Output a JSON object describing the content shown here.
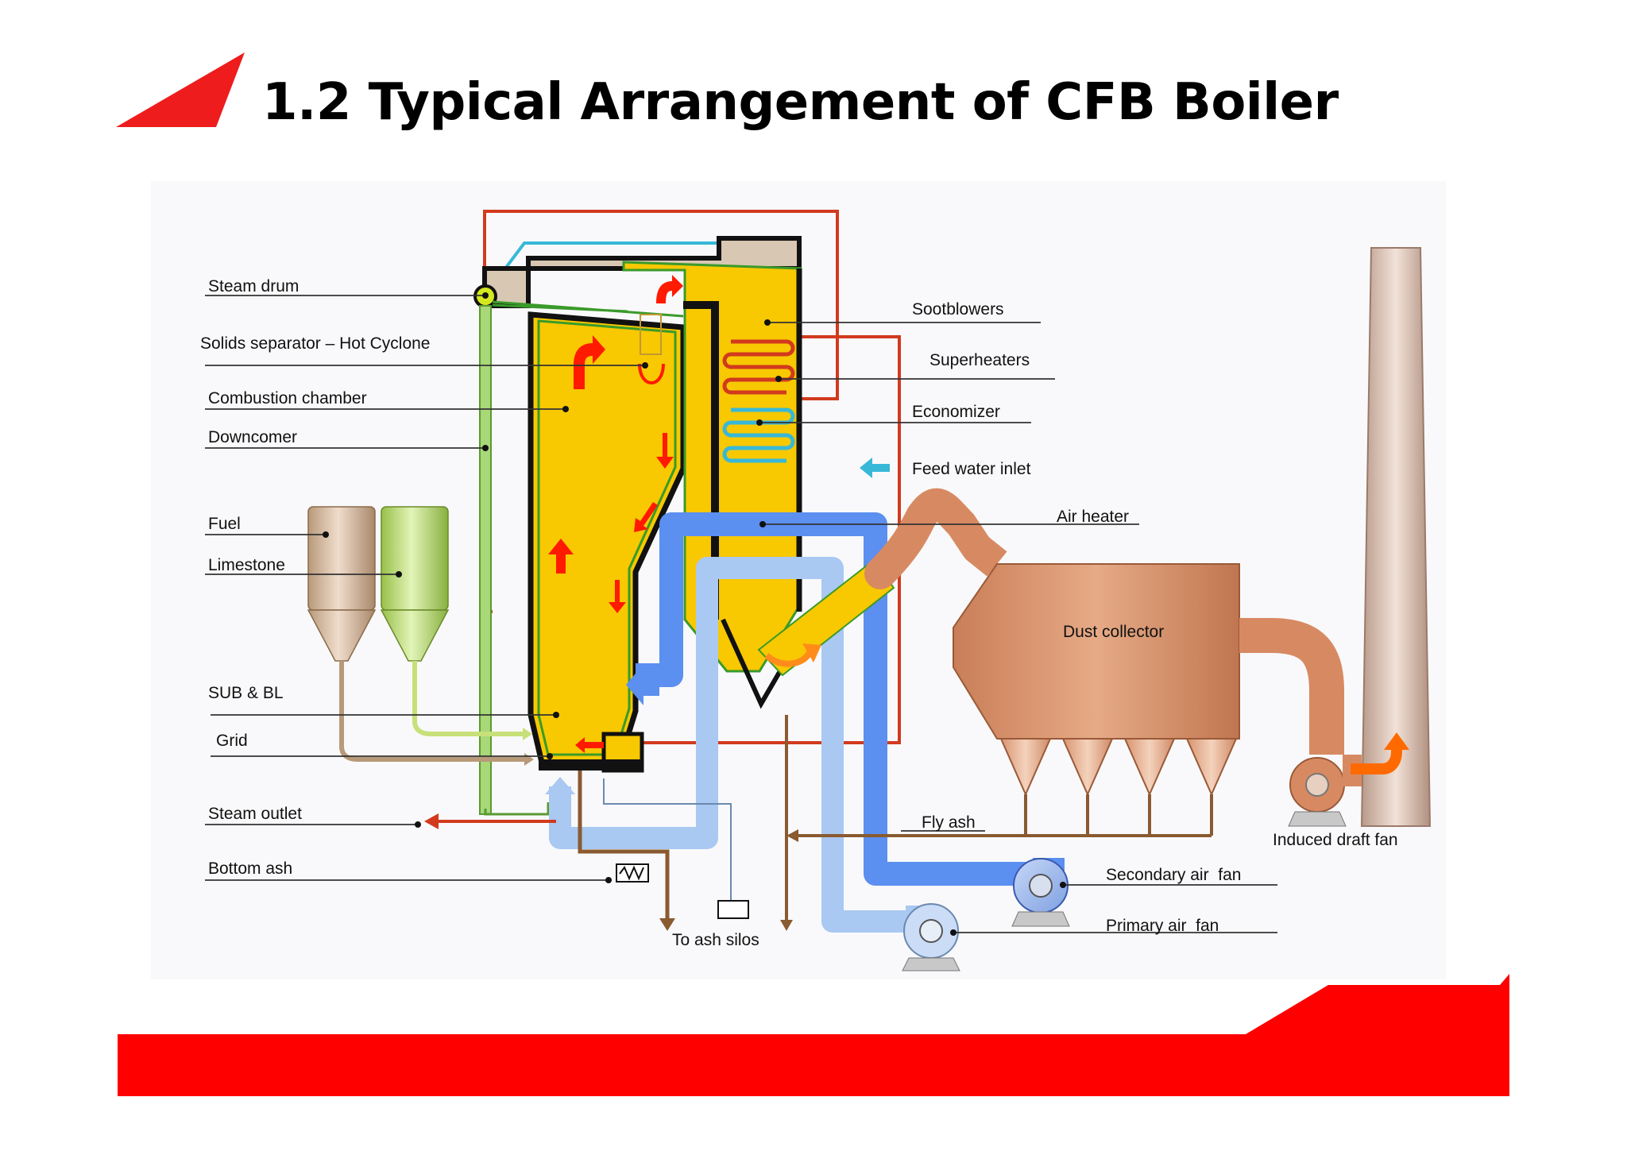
{
  "slide": {
    "title": "1.2 Typical Arrangement of CFB Boiler",
    "accent_color": "#ff0000"
  },
  "diagram": {
    "labels": {
      "steam_drum": "Steam drum",
      "solids_separator": "Solids separator – Hot Cyclone",
      "combustion_chamber": "Combustion chamber",
      "downcomer": "Downcomer",
      "fuel": "Fuel",
      "limestone": "Limestone",
      "sub_bl": "SUB & BL",
      "grid": "Grid",
      "steam_outlet": "Steam outlet",
      "bottom_ash": "Bottom ash",
      "sootblowers": "Sootblowers",
      "superheaters": "Superheaters",
      "economizer": "Economizer",
      "feed_water_inlet": "Feed water inlet",
      "air_heater": "Air heater",
      "dust_collector": "Dust collector",
      "fly_ash": "Fly ash",
      "induced_draft_fan": "Induced draft fan",
      "secondary_air_fan": "Secondary air  fan",
      "primary_air_fan": "Primary air  fan",
      "to_ash_silos": "To ash silos"
    },
    "colors": {
      "furnace": "#f8c800",
      "hot_air": "#5b8ff0",
      "cold_air": "#a9c8f2",
      "flue_duct": "#d78a62",
      "water_pipe": "#38b8d8",
      "steam_pipe": "#d23a1e",
      "downcomer": "#a8d878",
      "flow_arrow": "#ff1a00",
      "ash_line": "#8a5a30"
    }
  }
}
